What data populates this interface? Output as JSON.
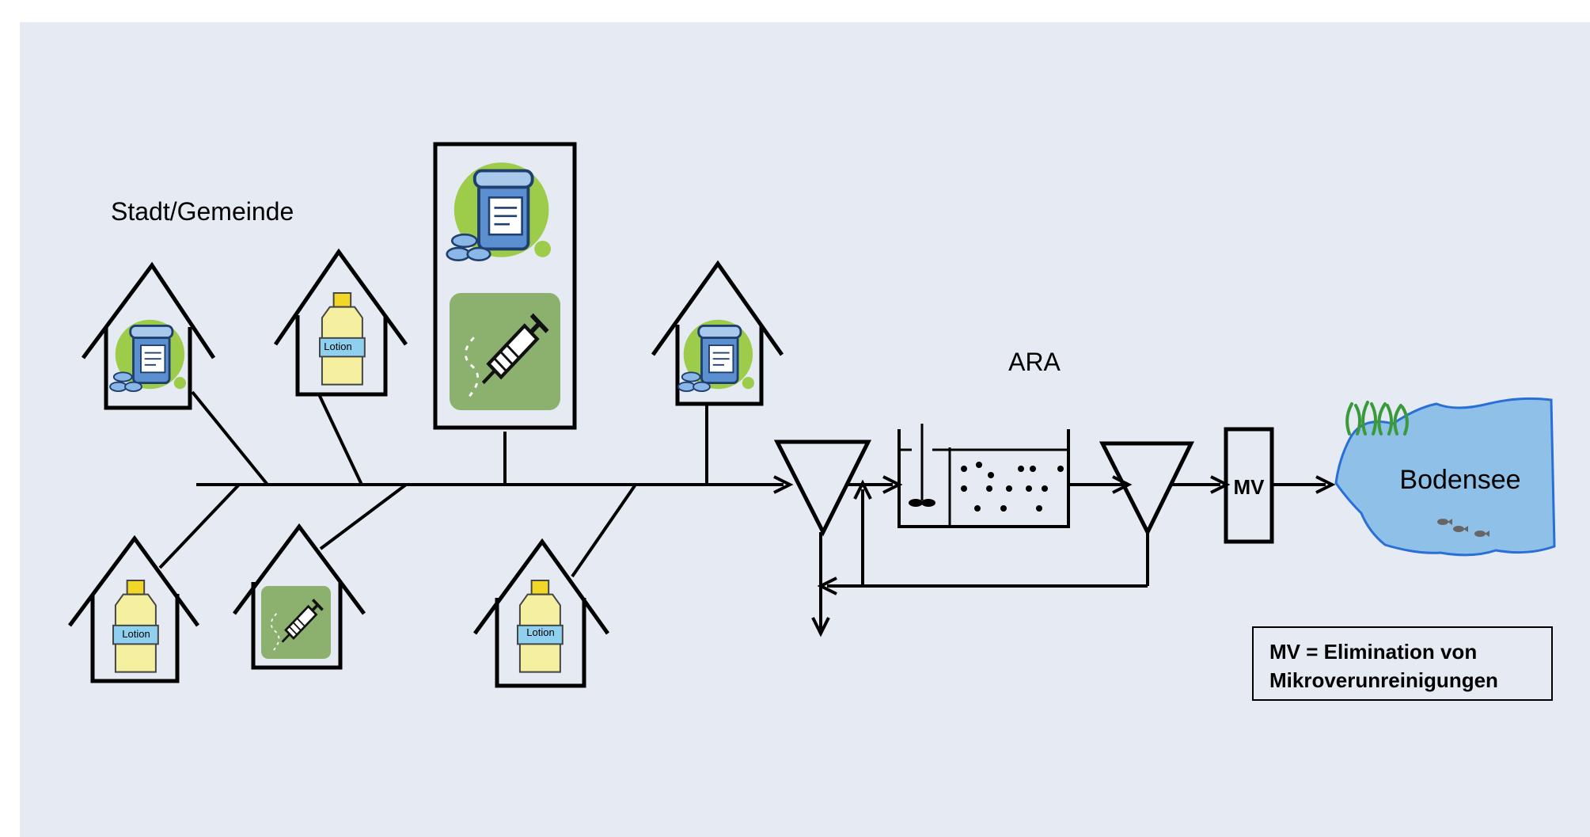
{
  "labels": {
    "city": "Stadt/Gemeinde",
    "plant": "ARA",
    "mv_box": "MV",
    "lake": "Bodensee",
    "bottle_text": "Lotion"
  },
  "legend": {
    "line1": "MV = Elimination von",
    "line2": "Mikroverunreinigungen"
  },
  "colors": {
    "panel_bg": "#e5eaf3",
    "lake_fill": "#8fc1e8",
    "lake_edge": "#2a6fd6",
    "green_blob": "#9ccc4a",
    "syringe_bg": "#8cb06e",
    "bottle_fill": "#f5f0a0",
    "bottle_cap": "#f2d628",
    "bottle_label": "#8fd0ef",
    "pill_blue": "#3e7cc4",
    "seaweed": "#3a9a3a"
  },
  "icons": [
    "house-icon",
    "pill-bottle-icon",
    "lotion-bottle-icon",
    "syringe-icon",
    "settling-tank-icon",
    "mixer-icon",
    "fish-icon",
    "seaweed-icon",
    "arrow-icon"
  ]
}
